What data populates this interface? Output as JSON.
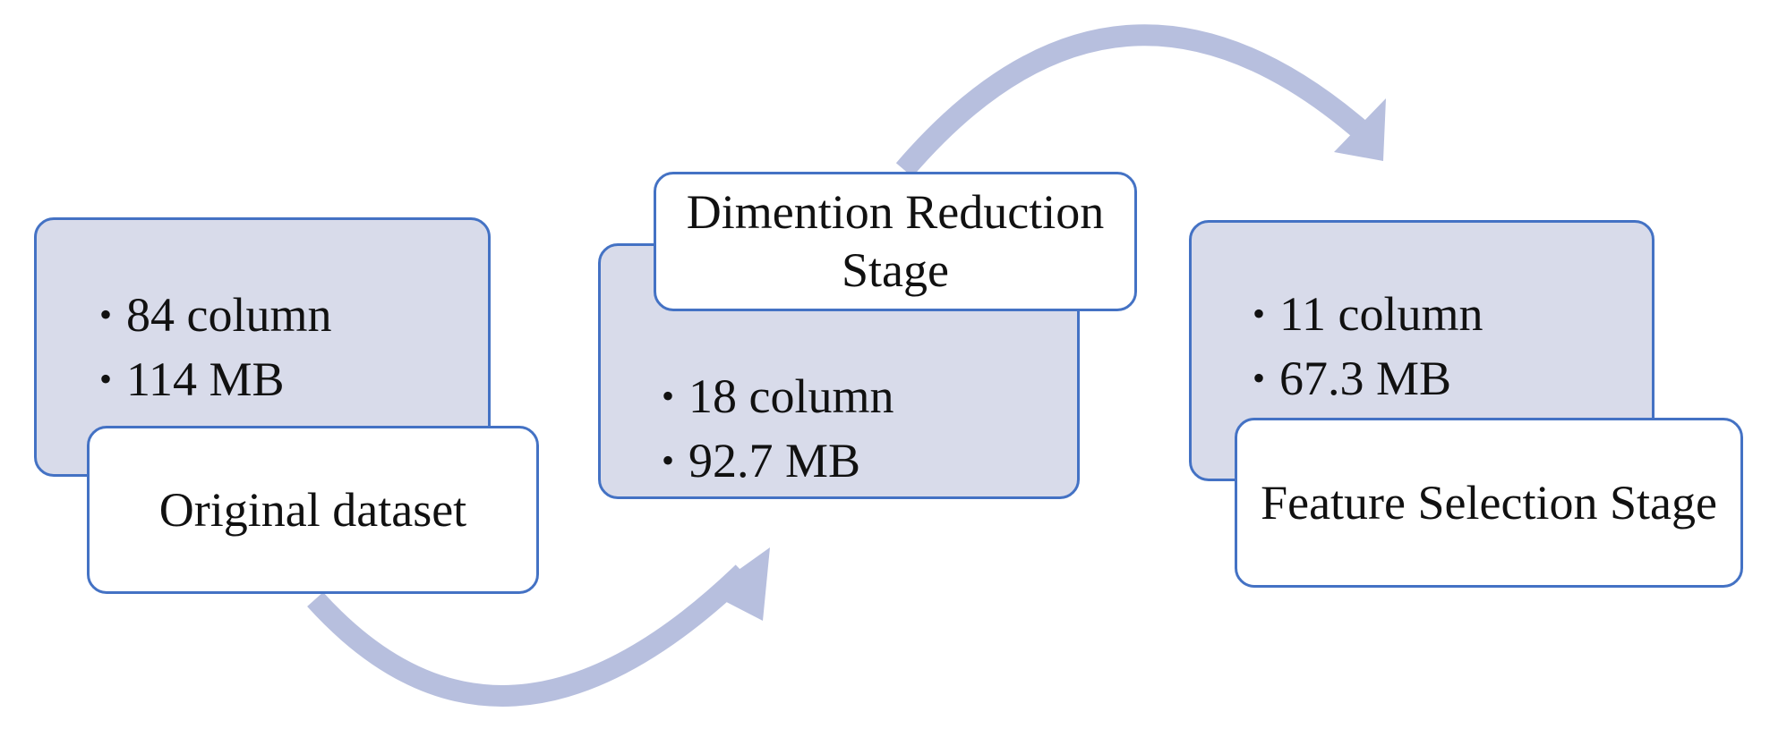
{
  "colors": {
    "stage_fill": "#d8dbea",
    "border": "#4472c4",
    "arrow": "#b7bfde",
    "label_fill": "#ffffff"
  },
  "stages": [
    {
      "label": "Original dataset",
      "bullets": [
        "84 column",
        "114 MB"
      ]
    },
    {
      "label": "Dimention Reduction Stage",
      "bullets": [
        "18 column",
        "92.7 MB"
      ]
    },
    {
      "label": "Feature Selection Stage",
      "bullets": [
        "11 column",
        "67.3 MB"
      ]
    }
  ],
  "bullet_symbol": "•"
}
